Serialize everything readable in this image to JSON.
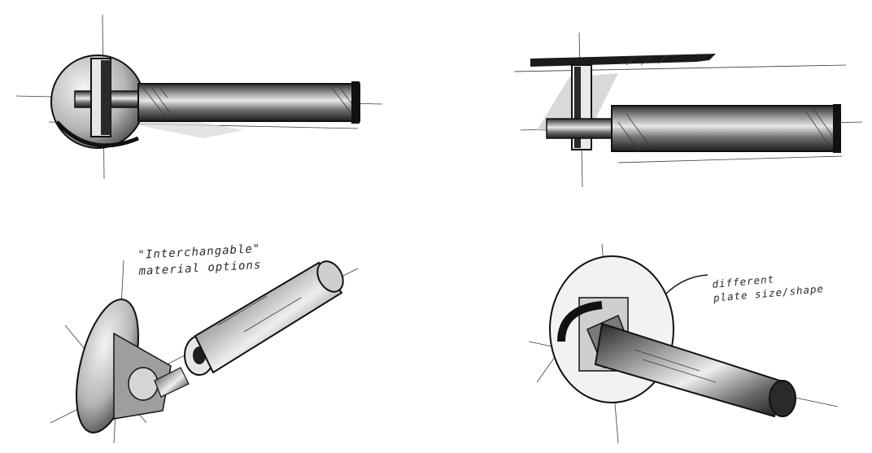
{
  "annotations": {
    "interchangeable": {
      "line1": "\"Interchangable\"",
      "line2": "material options"
    },
    "plate": {
      "line1": "different",
      "line2": "plate size/shape"
    }
  },
  "colors": {
    "paper": "#ffffff",
    "ink": "#111111",
    "marker_dark": "#3c3c3c",
    "marker_mid": "#8a8a8a",
    "marker_light": "#cfcfcf"
  }
}
